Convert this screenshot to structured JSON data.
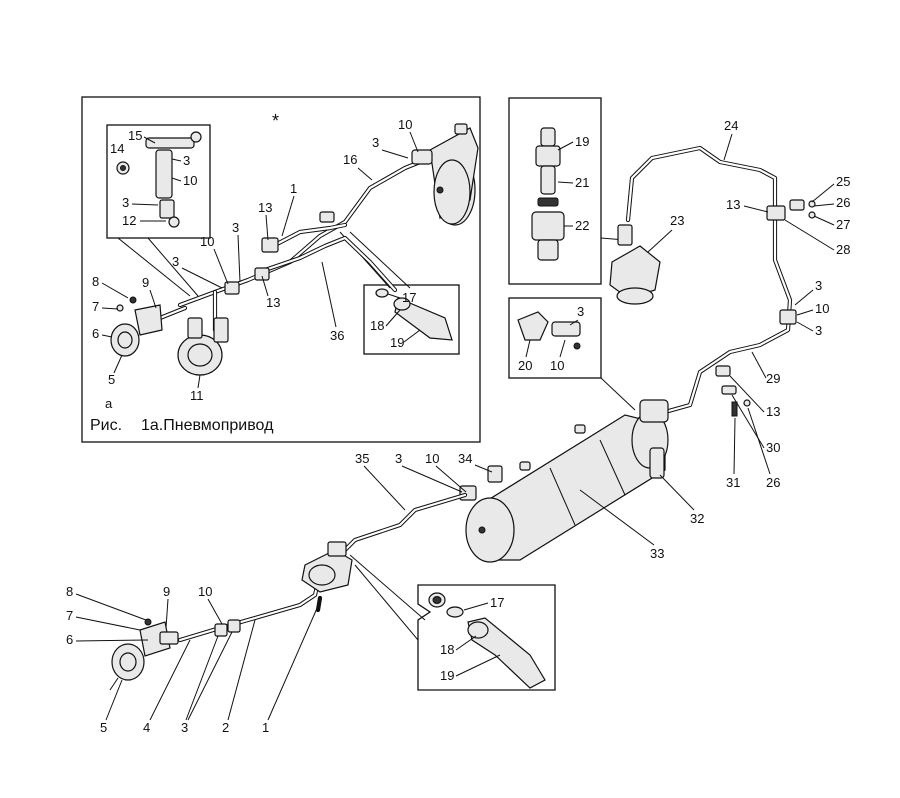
{
  "caption": {
    "sub": "а",
    "fig": "Рис.",
    "title": "1а.Пневмопривод",
    "mark": "*"
  },
  "labels": {
    "i1": "1",
    "i3a": "3",
    "i3b": "3",
    "i3c": "3",
    "i5": "5",
    "i6": "6",
    "i7": "7",
    "i8": "8",
    "i9": "9",
    "i10a": "10",
    "i10b": "10",
    "i11": "11",
    "i12": "12",
    "i13a": "13",
    "i13b": "13",
    "i14": "14",
    "i15": "15",
    "i16": "16",
    "i17": "17",
    "i18": "18",
    "i19": "19",
    "i36": "36",
    "i3d": "3",
    "i3e": "3",
    "i10c": "10",
    "r19": "19",
    "r21": "21",
    "r22": "22",
    "r23": "23",
    "r24": "24",
    "r25": "25",
    "r26": "26",
    "r27": "27",
    "r28": "28",
    "r13": "13",
    "r3a": "3",
    "r10": "10",
    "r3b": "3",
    "r29": "29",
    "r13b": "13",
    "r30": "30",
    "r31": "31",
    "r26b": "26",
    "s3": "3",
    "s20": "20",
    "s10": "10",
    "r32": "32",
    "r33": "33",
    "r34": "34",
    "r35": "35",
    "r3c": "3",
    "r10c": "10",
    "b8": "8",
    "b7": "7",
    "b6": "6",
    "b9": "9",
    "b10": "10",
    "b5": "5",
    "b4": "4",
    "b3": "3",
    "b2": "2",
    "b1": "1",
    "b17": "17",
    "b18": "18",
    "b19": "19"
  }
}
